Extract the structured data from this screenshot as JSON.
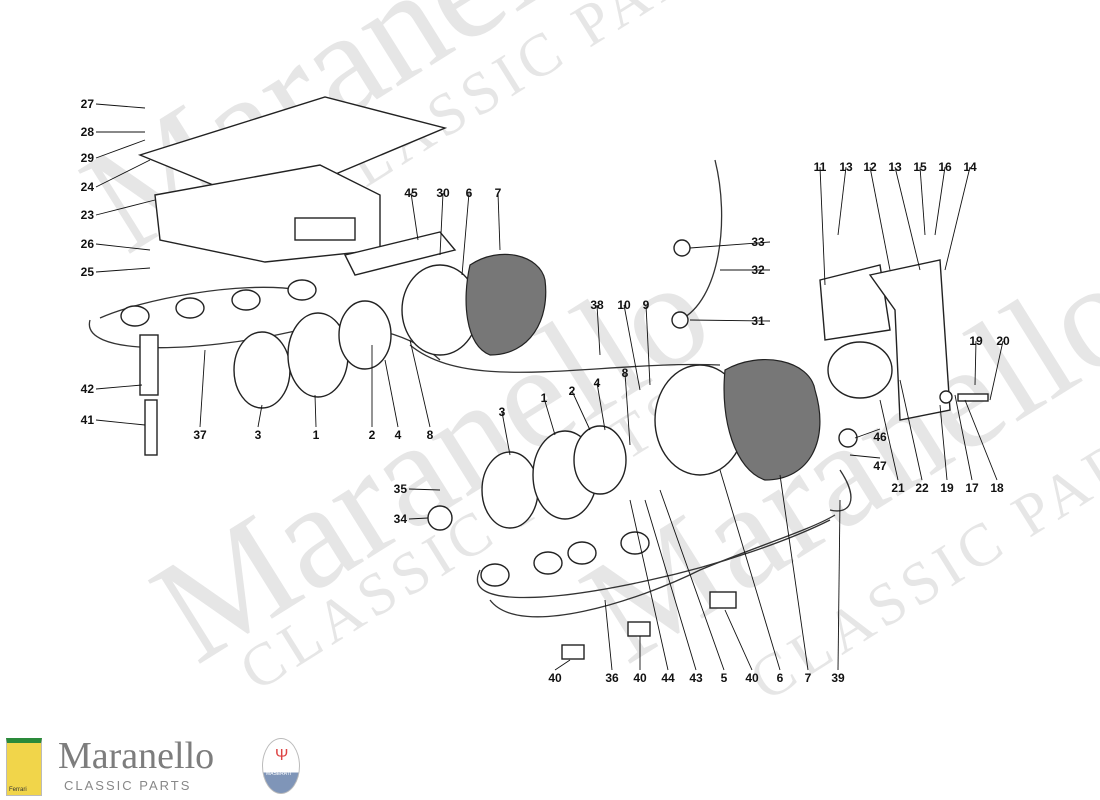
{
  "watermark": {
    "brand": "Maranello",
    "subtitle": "CLASSIC PARTS"
  },
  "logo": {
    "brand": "Maranello",
    "subtitle": "CLASSIC PARTS",
    "ferrari_badge": "Ferrari",
    "maserati_badge": "MASERATI"
  },
  "callouts": [
    "27",
    "28",
    "29",
    "24",
    "23",
    "26",
    "25",
    "42",
    "41",
    "37",
    "3",
    "1",
    "2",
    "4",
    "8",
    "45",
    "30",
    "6",
    "7",
    "38",
    "10",
    "9",
    "33",
    "32",
    "31",
    "11",
    "13",
    "12",
    "13",
    "15",
    "16",
    "14",
    "19",
    "20",
    "46",
    "47",
    "21",
    "22",
    "19",
    "17",
    "18",
    "3",
    "1",
    "2",
    "4",
    "8",
    "35",
    "34",
    "40",
    "36",
    "40",
    "44",
    "43",
    "5",
    "40",
    "6",
    "7",
    "39"
  ],
  "colors": {
    "line": "#222222",
    "watermark": "#e6e6e6"
  }
}
